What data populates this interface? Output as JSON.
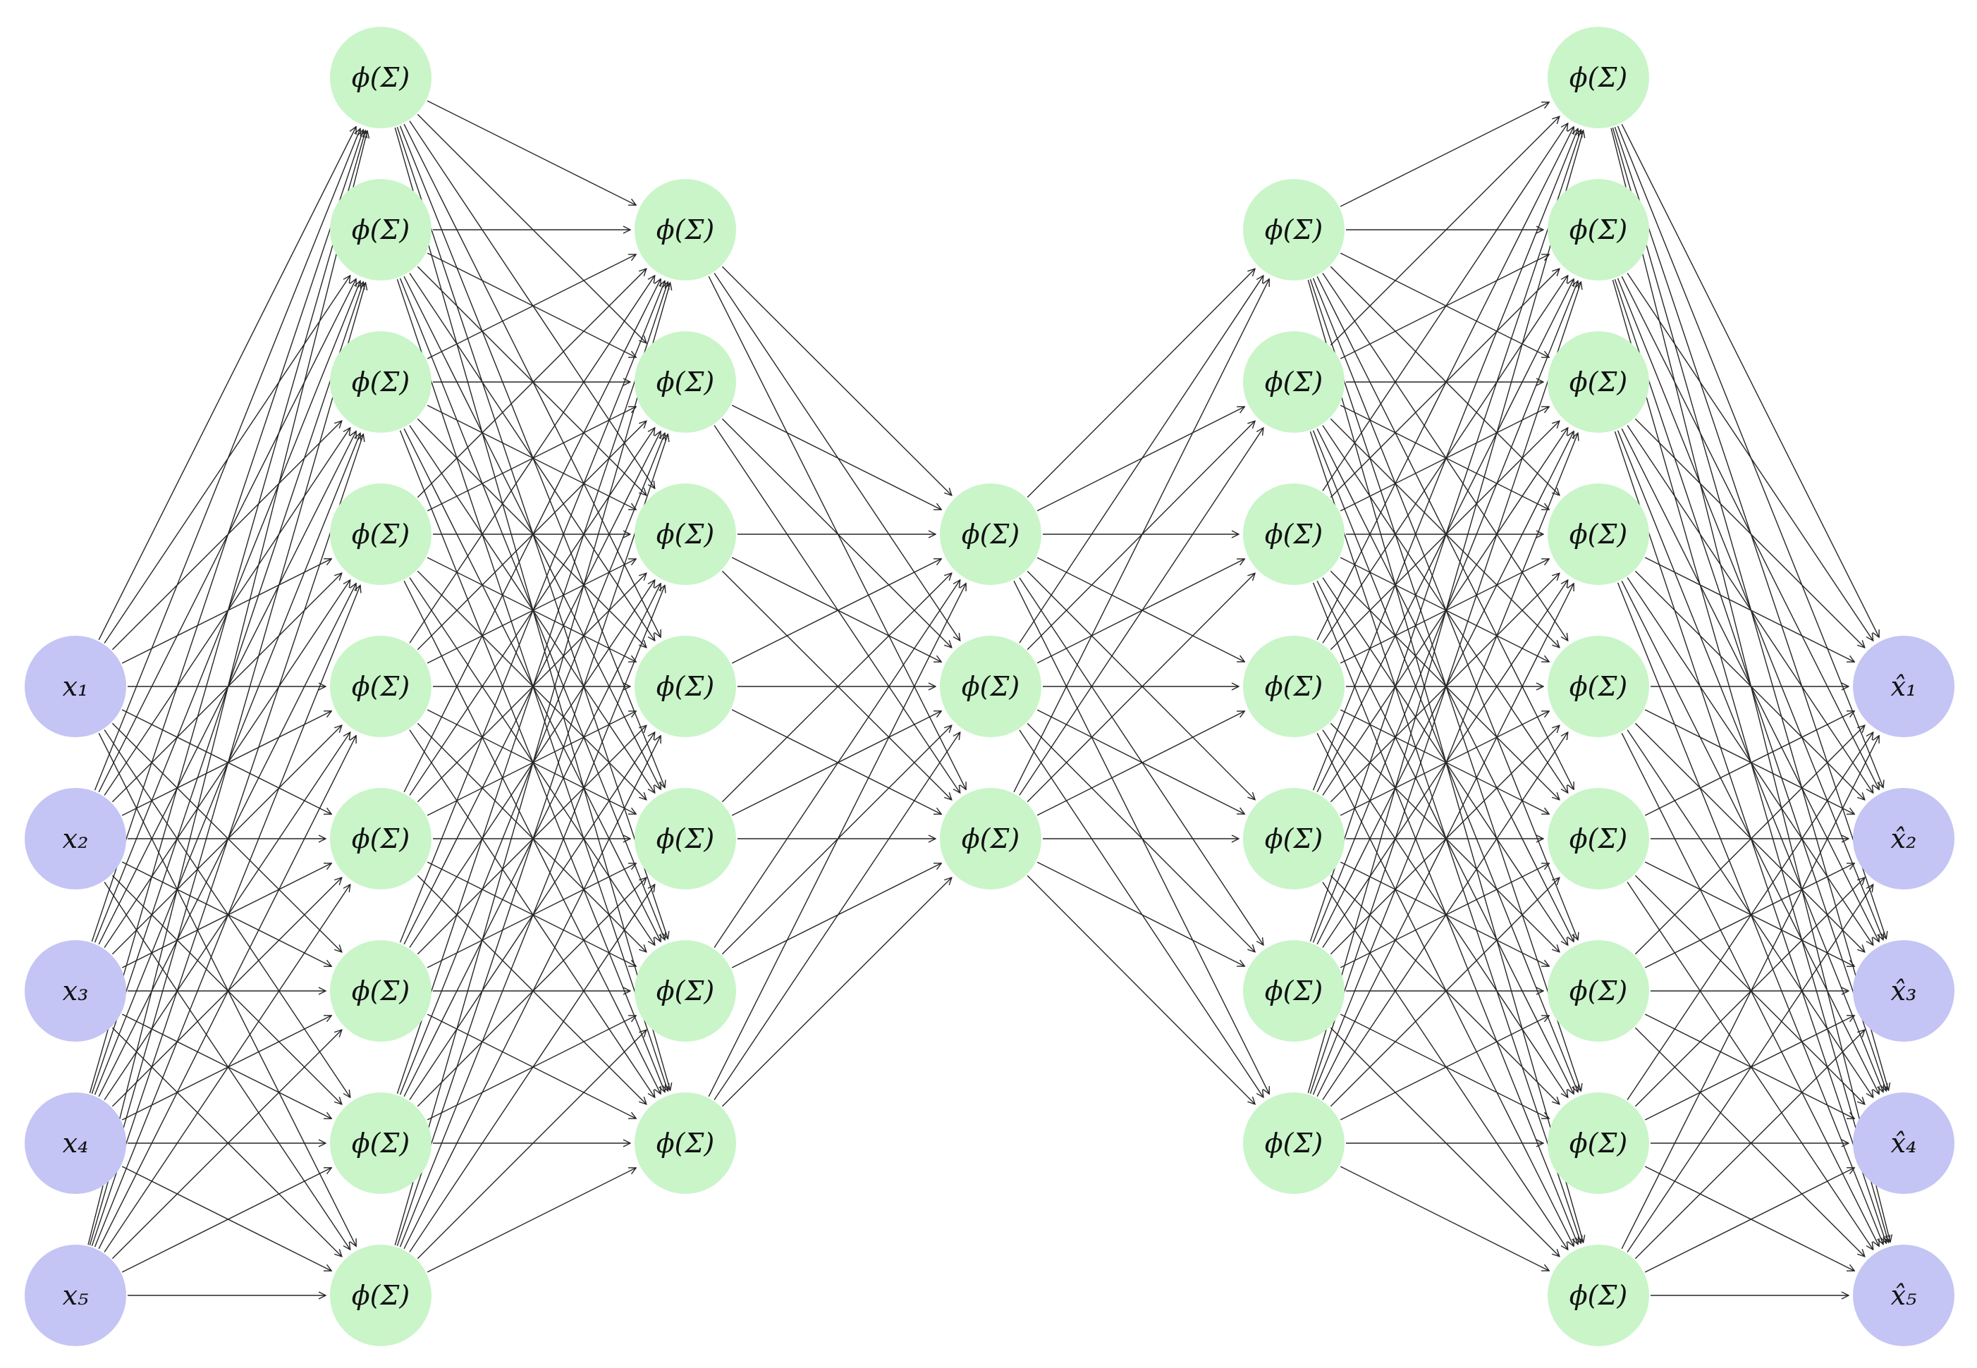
{
  "diagram": {
    "type": "neural-network",
    "layers": [
      {
        "id": "input",
        "labels": [
          "x₁",
          "x₂",
          "x₃",
          "x₄",
          "x₅"
        ],
        "style": "input"
      },
      {
        "id": "hidden1",
        "labels": [
          "ϕ(Σ)",
          "ϕ(Σ)",
          "ϕ(Σ)",
          "ϕ(Σ)",
          "ϕ(Σ)",
          "ϕ(Σ)",
          "ϕ(Σ)",
          "ϕ(Σ)",
          "ϕ(Σ)"
        ],
        "style": "hidden"
      },
      {
        "id": "hidden2",
        "labels": [
          "ϕ(Σ)",
          "ϕ(Σ)",
          "ϕ(Σ)",
          "ϕ(Σ)",
          "ϕ(Σ)",
          "ϕ(Σ)",
          "ϕ(Σ)"
        ],
        "style": "hidden"
      },
      {
        "id": "bottleneck",
        "labels": [
          "ϕ(Σ)",
          "ϕ(Σ)",
          "ϕ(Σ)"
        ],
        "style": "hidden"
      },
      {
        "id": "hidden4",
        "labels": [
          "ϕ(Σ)",
          "ϕ(Σ)",
          "ϕ(Σ)",
          "ϕ(Σ)",
          "ϕ(Σ)",
          "ϕ(Σ)",
          "ϕ(Σ)"
        ],
        "style": "hidden"
      },
      {
        "id": "hidden5",
        "labels": [
          "ϕ(Σ)",
          "ϕ(Σ)",
          "ϕ(Σ)",
          "ϕ(Σ)",
          "ϕ(Σ)",
          "ϕ(Σ)",
          "ϕ(Σ)",
          "ϕ(Σ)",
          "ϕ(Σ)"
        ],
        "style": "hidden"
      },
      {
        "id": "output",
        "labels": [
          "x̂₁",
          "x̂₂",
          "x̂₃",
          "x̂₄",
          "x̂₅"
        ],
        "style": "output"
      }
    ],
    "connectivity": "fully-connected",
    "colors": {
      "input_node": "#c4c4f5",
      "hidden_node": "#c9f5c9",
      "output_node": "#c4c4f5",
      "edge": "#262626",
      "background": "#ffffff"
    }
  }
}
